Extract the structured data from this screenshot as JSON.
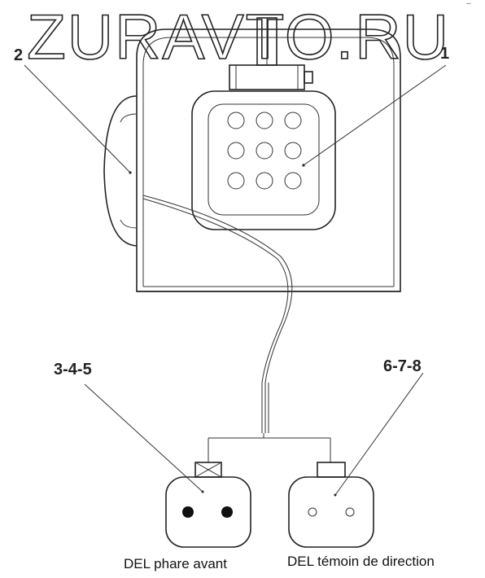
{
  "watermark": "ZURAVTO.RU",
  "corner_mark": "–",
  "callouts": {
    "c1": "1",
    "c2": "2",
    "c345": "3-4-5",
    "c678": "6-7-8"
  },
  "captions": {
    "left_connector": "DEL phare avant",
    "right_connector": "DEL témoin de direction"
  },
  "colors": {
    "line": "#222222",
    "background": "#ffffff"
  }
}
